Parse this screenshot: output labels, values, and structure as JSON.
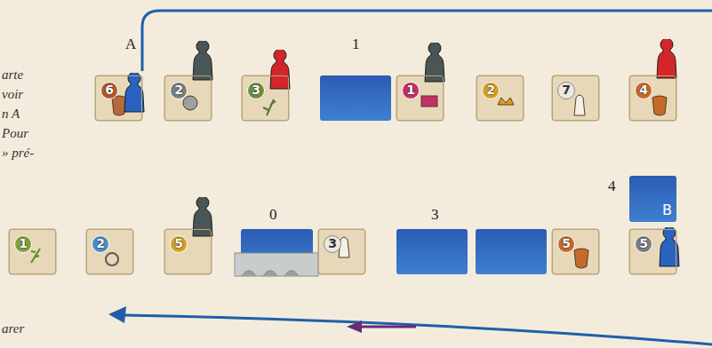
{
  "diagram": {
    "nodes": [
      {
        "text": [
          "6"
        ]
      },
      {
        "text": [
          "2"
        ]
      },
      {
        "text": [
          "3"
        ]
      },
      {
        "text": [
          "1"
        ]
      },
      {
        "text": [
          "2"
        ]
      },
      {
        "text": [
          "7"
        ]
      },
      {
        "text": [
          "4"
        ]
      },
      {
        "text": [
          "B"
        ]
      },
      {
        "text": [
          "1"
        ]
      },
      {
        "text": [
          "2"
        ]
      },
      {
        "text": [
          "5"
        ]
      },
      {
        "text": [
          "3"
        ]
      },
      {
        "text": [
          "5"
        ]
      },
      {
        "text": [
          "5"
        ]
      }
    ],
    "labels": [
      "arte",
      "voir",
      "n A",
      "Pour",
      "» pré-",
      "A",
      "1",
      "4",
      "0",
      "3",
      "arer"
    ]
  }
}
